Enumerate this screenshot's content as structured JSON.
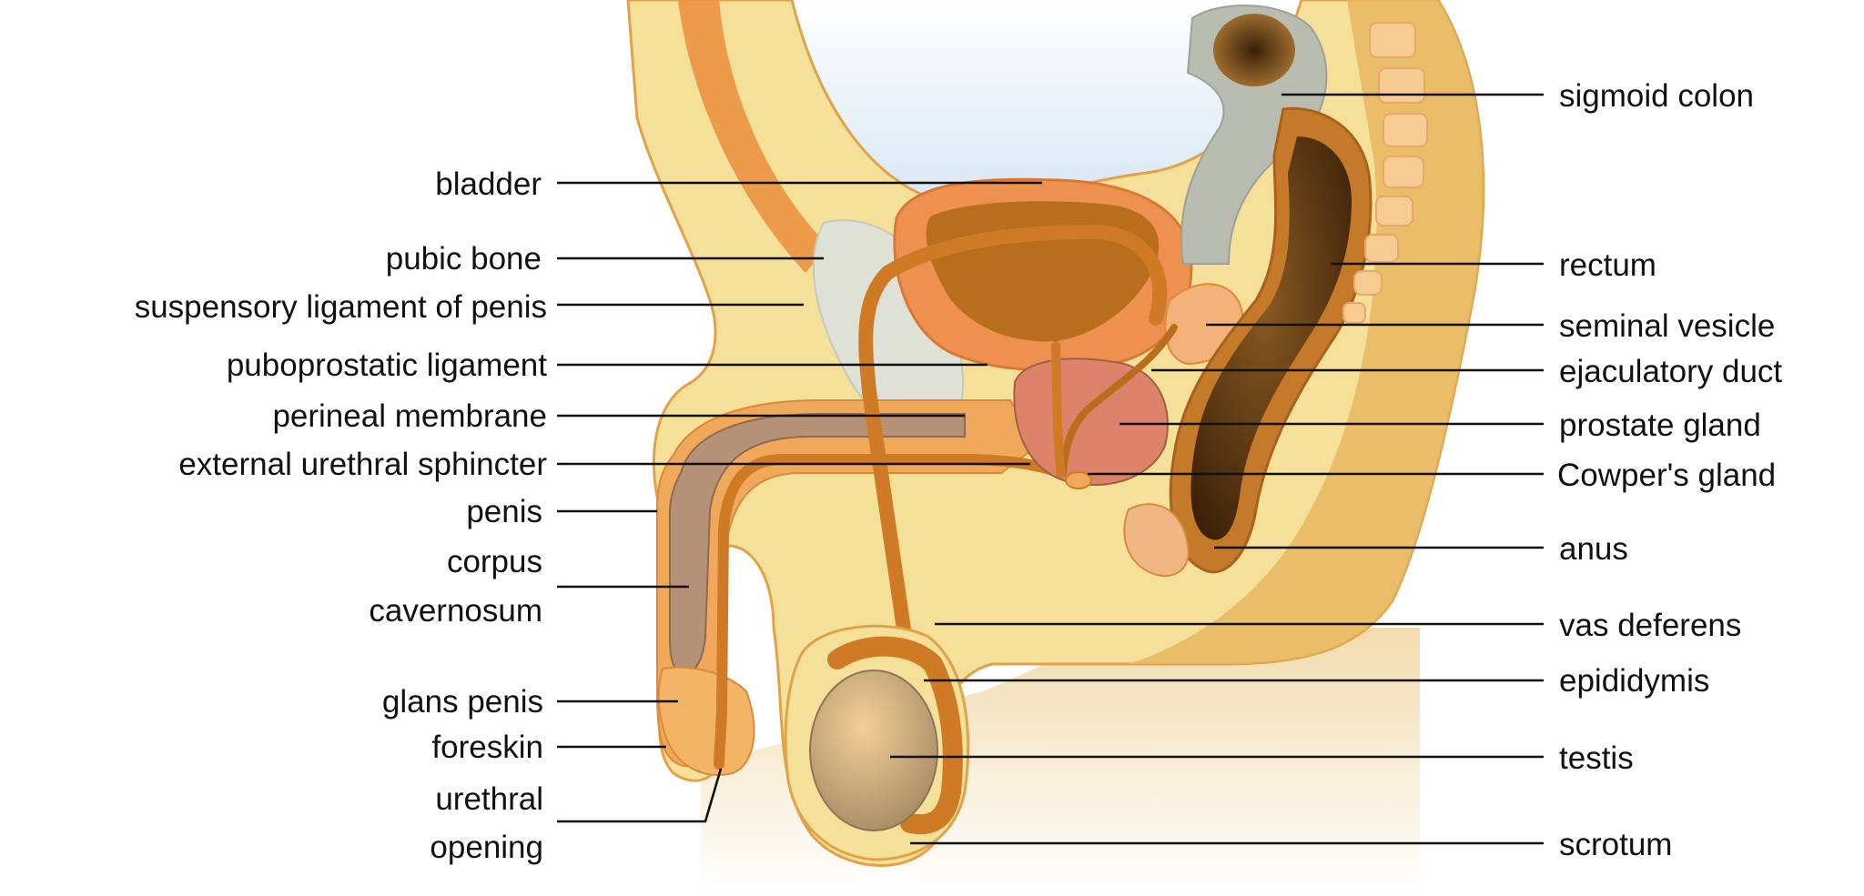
{
  "colors": {
    "skin": "#f5e09a",
    "skin_dark": "#e8b25e",
    "tissue_orange": "#eb9343",
    "bladder": "#ee9150",
    "bladder_inner": "#b86e1c",
    "prostate": "#dd826b",
    "duct": "#d37a22",
    "rectum_dark": "#5c3410",
    "bone": "#dfe1d6",
    "vertebra": "#f7cc92",
    "sky": "#c6dcee",
    "colon": "#b9bcb0",
    "testis": "#c9a67c"
  },
  "labels_left": [
    {
      "name": "label-bladder",
      "lines": [
        "bladder"
      ]
    },
    {
      "name": "label-pubic-bone",
      "lines": [
        "pubic bone"
      ]
    },
    {
      "name": "label-suspensory-ligament",
      "lines": [
        "suspensory ligament of penis"
      ]
    },
    {
      "name": "label-puboprostatic-ligament",
      "lines": [
        "puboprostatic ligament"
      ]
    },
    {
      "name": "label-perineal-membrane",
      "lines": [
        "perineal membrane"
      ]
    },
    {
      "name": "label-external-urethral-sphincter",
      "lines": [
        "external urethral sphincter"
      ]
    },
    {
      "name": "label-penis",
      "lines": [
        "penis"
      ]
    },
    {
      "name": "label-corpus-cavernosum",
      "lines": [
        "corpus",
        "cavernosum"
      ]
    },
    {
      "name": "label-glans-penis",
      "lines": [
        "glans penis"
      ]
    },
    {
      "name": "label-foreskin",
      "lines": [
        "foreskin"
      ]
    },
    {
      "name": "label-urethral-opening",
      "lines": [
        "urethral",
        "opening"
      ]
    }
  ],
  "labels_right": [
    {
      "name": "label-sigmoid-colon",
      "lines": [
        "sigmoid colon"
      ]
    },
    {
      "name": "label-rectum",
      "lines": [
        "rectum"
      ]
    },
    {
      "name": "label-seminal-vesicle",
      "lines": [
        "seminal vesicle"
      ]
    },
    {
      "name": "label-ejaculatory-duct",
      "lines": [
        "ejaculatory duct"
      ]
    },
    {
      "name": "label-prostate-gland",
      "lines": [
        "prostate gland"
      ]
    },
    {
      "name": "label-cowpers-gland",
      "lines": [
        "Cowper's gland"
      ]
    },
    {
      "name": "label-anus",
      "lines": [
        "anus"
      ]
    },
    {
      "name": "label-vas-deferens",
      "lines": [
        "vas deferens"
      ]
    },
    {
      "name": "label-epididymis",
      "lines": [
        "epididymis"
      ]
    },
    {
      "name": "label-testis",
      "lines": [
        "testis"
      ]
    },
    {
      "name": "label-scrotum",
      "lines": [
        "scrotum"
      ]
    }
  ]
}
